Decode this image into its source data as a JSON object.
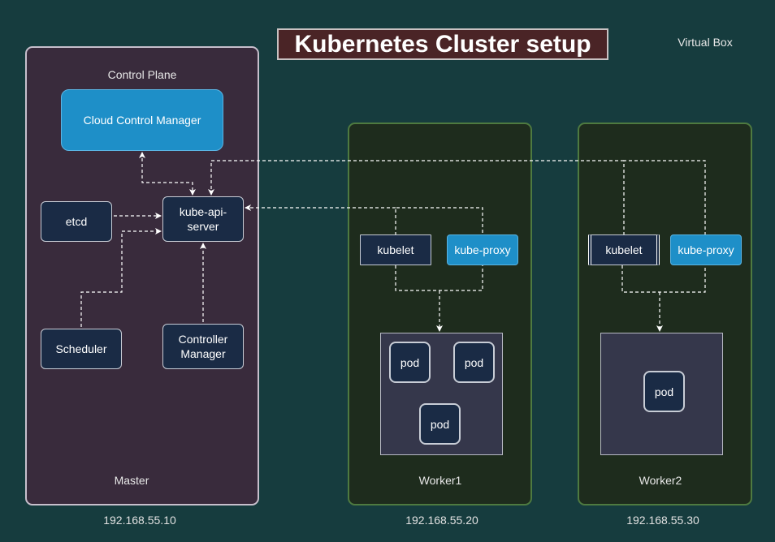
{
  "title": "Kubernetes Cluster setup",
  "environment_label": "Virtual Box",
  "master": {
    "section_label": "Control Plane",
    "name": "Master",
    "ip": "192.168.55.10",
    "cloud_control_manager": "Cloud Control Manager",
    "etcd": "etcd",
    "kube_api_server": "kube-api-\nserver",
    "scheduler": "Scheduler",
    "controller_manager": "Controller\nManager"
  },
  "worker1": {
    "name": "Worker1",
    "ip": "192.168.55.20",
    "kubelet": "kubelet",
    "kube_proxy": "kube-proxy",
    "pods": [
      "pod",
      "pod",
      "pod"
    ]
  },
  "worker2": {
    "name": "Worker2",
    "ip": "192.168.55.30",
    "kubelet": "kubelet",
    "kube_proxy": "kube-proxy",
    "pods": [
      "pod"
    ]
  },
  "colors": {
    "background": "#163c3e",
    "master_panel": "#392b3c",
    "worker_panel": "#1e2c1d",
    "worker_border": "#4e7a40",
    "node_fill": "#1a2b45",
    "accent_blue": "#1e8fc8",
    "title_fill": "#4a2426"
  }
}
